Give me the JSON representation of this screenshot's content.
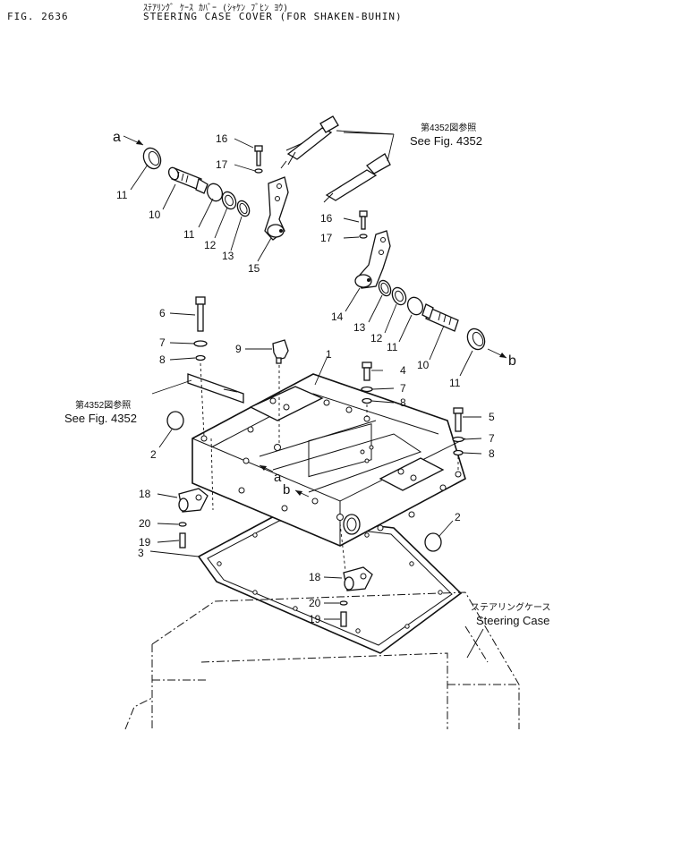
{
  "header": {
    "fig_no": "FIG. 2636",
    "title_jp": "ｽﾃｱﾘﾝｸﾞ ｹｰｽ ｶﾊﾞｰ (ｼｬｹﾝ ﾌﾞﾋﾝ ﾖｳ)",
    "title_en": "STEERING CASE COVER (FOR SHAKEN-BUHIN)"
  },
  "refs": {
    "top_right_jp": "第4352図参照",
    "top_right_en": "See Fig. 4352",
    "left_jp": "第4352図参照",
    "left_en": "See Fig. 4352",
    "case_jp": "ステアリングケース",
    "case_en": "Steering Case"
  },
  "arrows": {
    "a": "a",
    "b": "b"
  },
  "callouts": {
    "c1": "1",
    "c2a": "2",
    "c2b": "2",
    "c3": "3",
    "c4": "4",
    "c5": "5",
    "c6": "6",
    "c7a": "7",
    "c7b": "7",
    "c7c": "7",
    "c8a": "8",
    "c8b": "8",
    "c8c": "8",
    "c9": "9",
    "c10a": "10",
    "c10b": "10",
    "c11a": "11",
    "c11b": "11",
    "c11c": "11",
    "c11d": "11",
    "c12a": "12",
    "c12b": "12",
    "c13a": "13",
    "c13b": "13",
    "c14": "14",
    "c15": "15",
    "c16a": "16",
    "c16b": "16",
    "c17a": "17",
    "c17b": "17",
    "c18a": "18",
    "c18b": "18",
    "c19a": "19",
    "c19b": "19",
    "c20a": "20",
    "c20b": "20"
  }
}
